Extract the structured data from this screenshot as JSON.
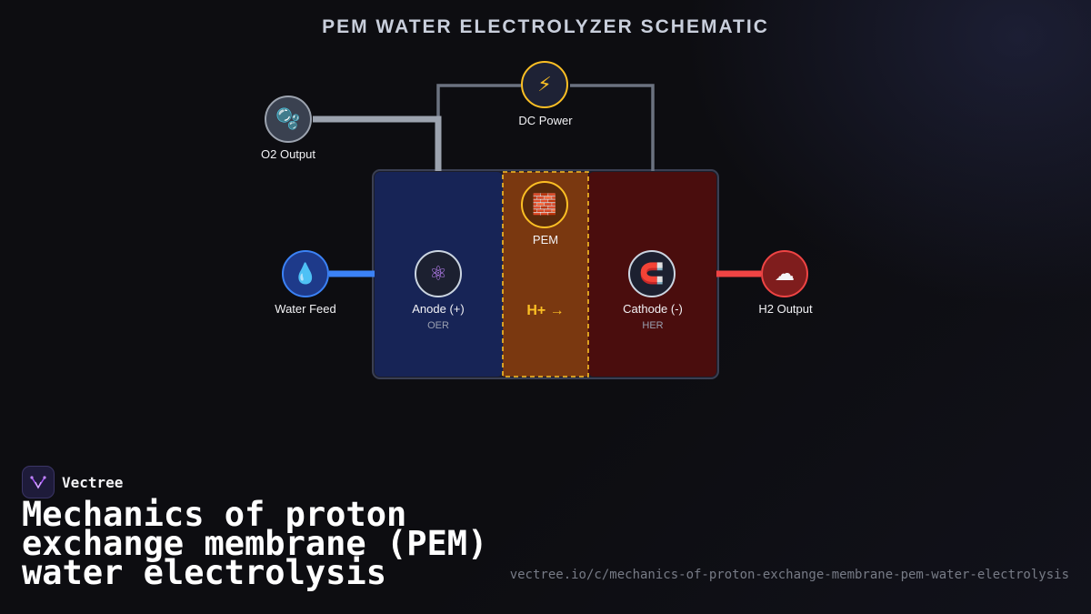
{
  "diagram": {
    "title": "PEM WATER ELECTROLYZER SCHEMATIC",
    "nodes": {
      "dc_power": {
        "label": "DC Power",
        "icon": "lightning-icon",
        "glyph": "⚡"
      },
      "o2_output": {
        "label": "O2 Output",
        "icon": "bubbles-icon",
        "glyph": "🫧"
      },
      "water_feed": {
        "label": "Water Feed",
        "icon": "droplet-icon",
        "glyph": "💧"
      },
      "anode": {
        "label": "Anode (+)",
        "sublabel": "OER",
        "icon": "atom-icon",
        "glyph": "⚛"
      },
      "pem": {
        "label": "PEM",
        "icon": "brick-icon",
        "glyph": "🧱"
      },
      "cathode": {
        "label": "Cathode (-)",
        "sublabel": "HER",
        "icon": "magnet-icon",
        "glyph": "🧲"
      },
      "h2_output": {
        "label": "H2 Output",
        "icon": "cloud-icon",
        "glyph": "☁"
      }
    },
    "proton_flow": "H+ →",
    "colors": {
      "anode": "#172456",
      "pem": "#7a3810",
      "cathode": "#4a0d0d",
      "water_line": "#3b82f6",
      "h2_line": "#ef4444",
      "power_line": "#6b7280",
      "o2_line": "#9ca3af",
      "accent": "#fbbf24"
    }
  },
  "brand": {
    "name": "Vectree",
    "logo_icon": "vectree-logo-icon"
  },
  "headline": "Mechanics of proton exchange membrane (PEM) water electrolysis",
  "url": "vectree.io/c/mechanics-of-proton-exchange-membrane-pem-water-electrolysis"
}
